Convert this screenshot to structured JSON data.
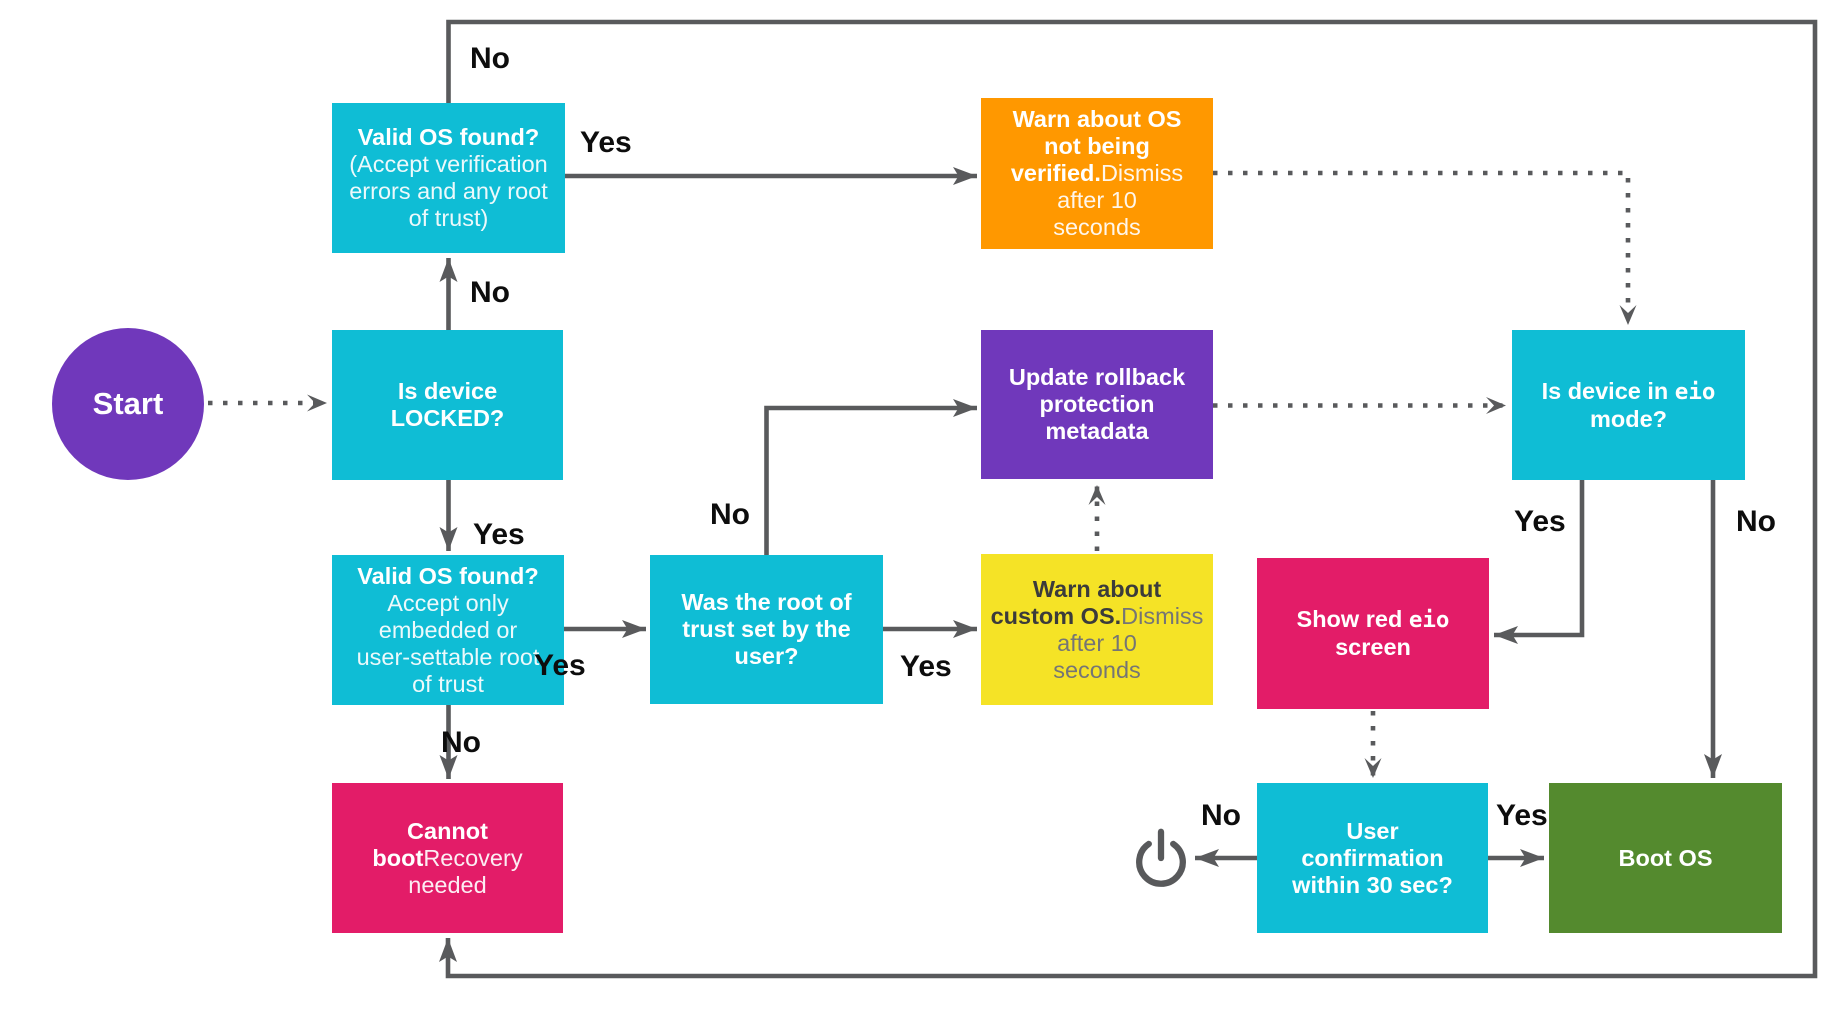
{
  "colors": {
    "cyan": "#0FBDD5",
    "purple": "#7038BB",
    "orange": "#FF9800",
    "yellow": "#F5E326",
    "pink": "#E31C68",
    "green": "#548A2E",
    "arrow_gray": "#595A5C",
    "edge_label_text": "#0D0D0D"
  },
  "nodes": {
    "start": {
      "label": "Start"
    },
    "valid_os_any": {
      "title": "Valid OS found?",
      "subtitle": "(Accept verification\nerrors and any root\nof trust)"
    },
    "warn_unverified": {
      "title": "Warn about OS\nnot being\nverified.",
      "subtitle": "Dismiss after 10\nseconds"
    },
    "is_locked": {
      "title": "Is device\nLOCKED?"
    },
    "update_rollback": {
      "title": "Update rollback\nprotection\nmetadata"
    },
    "eio_mode": {
      "title_pre": "Is device in ",
      "title_mono": "eio",
      "title_post": "\nmode?"
    },
    "valid_os_embedded": {
      "title": "Valid OS found?",
      "subtitle": "Accept only\nembedded or\nuser-settable root\nof trust"
    },
    "root_of_trust": {
      "title": "Was the root of\ntrust set by the\nuser?"
    },
    "warn_custom": {
      "title": "Warn about\ncustom OS.",
      "subtitle": "Dismiss after 10\nseconds"
    },
    "show_red_eio": {
      "title_pre": "Show red ",
      "title_mono": "eio",
      "title_post": "\nscreen"
    },
    "cannot_boot": {
      "title": "Cannot boot",
      "subtitle": "Recovery needed"
    },
    "user_confirmation": {
      "title": "User\nconfirmation\nwithin 30 sec?"
    },
    "boot_os": {
      "title": "Boot OS"
    }
  },
  "edge_labels": {
    "valid_any_no": "No",
    "valid_any_yes": "Yes",
    "locked_no": "No",
    "locked_yes": "Yes",
    "valid_embedded_yes": "Yes",
    "valid_embedded_no": "No",
    "root_no": "No",
    "root_yes": "Yes",
    "eio_yes": "Yes",
    "eio_no": "No",
    "confirm_no": "No",
    "confirm_yes": "Yes"
  }
}
